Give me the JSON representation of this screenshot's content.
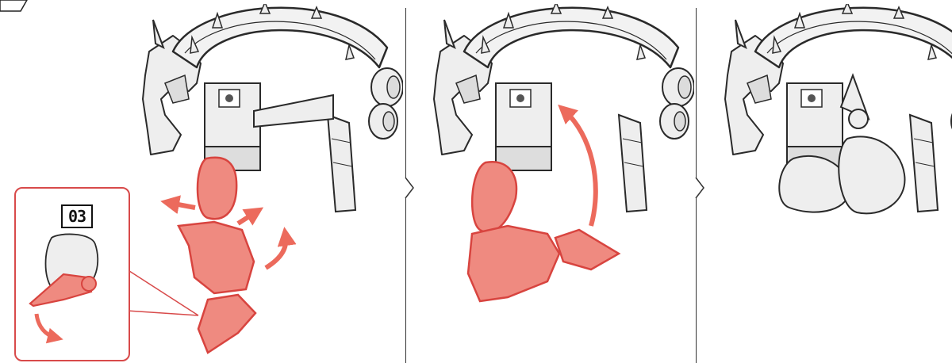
{
  "inset": {
    "step_label": "03"
  },
  "colors": {
    "highlight_fill": "#ef8a80",
    "highlight_stroke": "#d8443f",
    "arrow": "#ec6a5c",
    "part_fill": "#eeeeee",
    "outline": "#2a2a2a",
    "divider": "#333333"
  },
  "panels": [
    {
      "name": "step-1",
      "parts_highlighted": true
    },
    {
      "name": "step-2",
      "parts_highlighted": true
    },
    {
      "name": "step-3",
      "parts_highlighted": false
    }
  ]
}
